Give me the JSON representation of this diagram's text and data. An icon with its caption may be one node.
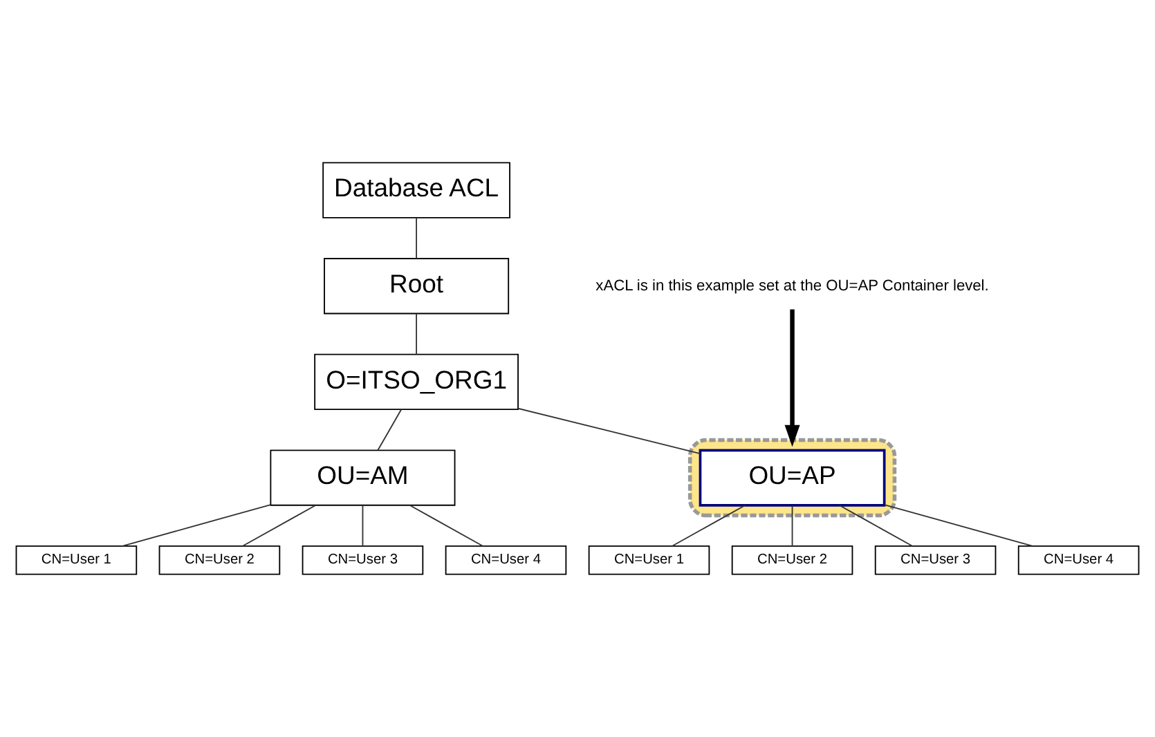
{
  "diagram": {
    "nodes": [
      {
        "text": [
          "Database ACL"
        ]
      },
      {
        "text": [
          "Root"
        ]
      },
      {
        "text": [
          "O=ITSO_ORG1"
        ]
      },
      {
        "text": [
          "OU=AM"
        ]
      },
      {
        "text": [],
        "shape": "ellipse"
      },
      {
        "text": [
          "OU=AP"
        ],
        "in": 4
      },
      {
        "text": [
          "CN=User 1"
        ]
      },
      {
        "text": [
          "CN=User 2"
        ]
      },
      {
        "text": [
          "CN=User 3"
        ]
      },
      {
        "text": [
          "CN=User 4"
        ]
      },
      {
        "text": [
          "CN=User 1"
        ]
      },
      {
        "text": [
          "CN=User 2"
        ]
      },
      {
        "text": [
          "CN=User 3"
        ]
      },
      {
        "text": [
          "CN=User 4"
        ]
      },
      {
        "text": [
          "xACL is in this example set at the OU=AP Container level."
        ]
      }
    ],
    "edges": [
      {
        "from": 0,
        "to": 1,
        "arrow": "none"
      },
      {
        "from": 1,
        "to": 2,
        "arrow": "none"
      },
      {
        "from": 2,
        "to": 3,
        "arrow": "none"
      },
      {
        "from": 2,
        "to": 5,
        "arrow": "none"
      },
      {
        "from": 3,
        "to": 6,
        "arrow": "none"
      },
      {
        "from": 3,
        "to": 7,
        "arrow": "none"
      },
      {
        "from": 3,
        "to": 8,
        "arrow": "none"
      },
      {
        "from": 3,
        "to": 9,
        "arrow": "none"
      },
      {
        "from": 5,
        "to": 10,
        "arrow": "none"
      },
      {
        "from": 5,
        "to": 11,
        "arrow": "none"
      },
      {
        "from": 5,
        "to": 12,
        "arrow": "none"
      },
      {
        "from": 5,
        "to": 13,
        "arrow": "none"
      },
      {
        "from": 14,
        "to": 4,
        "arrow": "to",
        "style": "thick"
      }
    ]
  }
}
